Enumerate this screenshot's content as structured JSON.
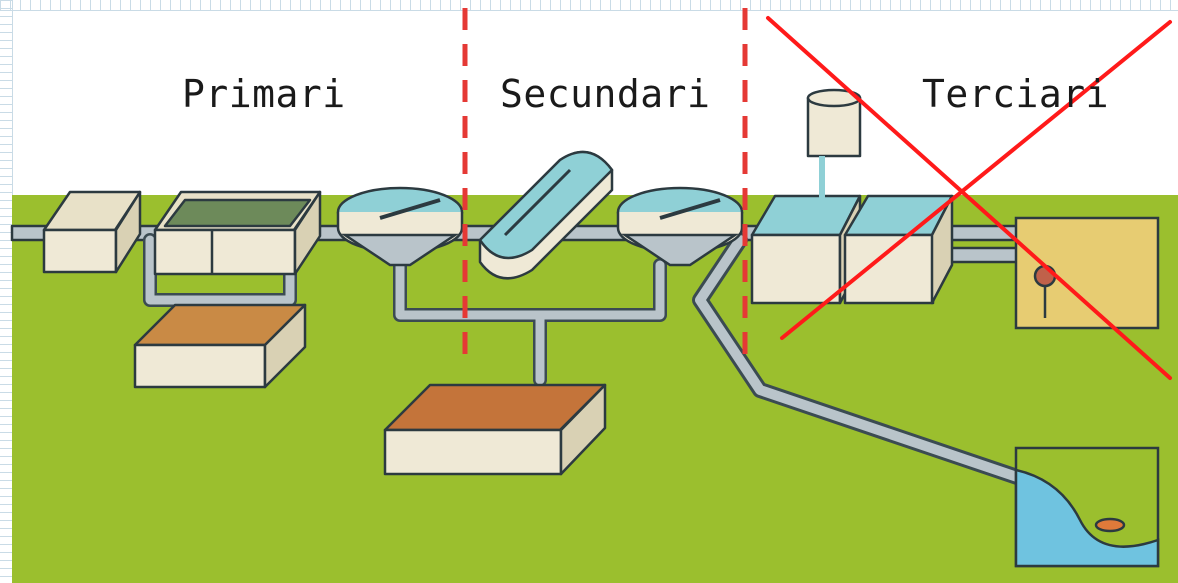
{
  "stages": [
    {
      "id": "primary",
      "label": "Primari",
      "crossed_out": false
    },
    {
      "id": "secondary",
      "label": "Secundari",
      "crossed_out": false
    },
    {
      "id": "tertiary",
      "label": "Terciari",
      "crossed_out": true
    }
  ],
  "colors": {
    "ground": "#9bbf2e",
    "divider": "#e53935",
    "cross": "#ff1a1a",
    "pipe": "#b9c4ca",
    "pipe_outline": "#3b4b52",
    "tank_face": "#efe9d6",
    "water": "#8fd0d6",
    "sludge": "#c98a45"
  }
}
